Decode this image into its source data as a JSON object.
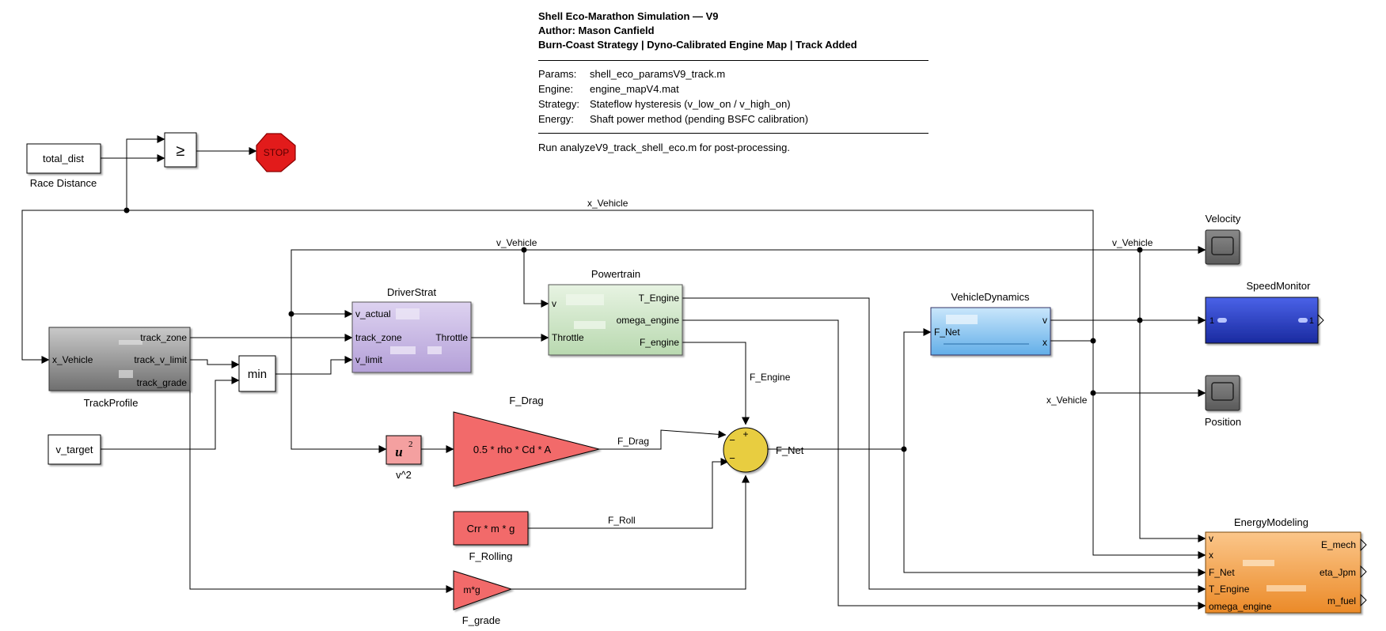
{
  "header": {
    "title": "Shell Eco-Marathon Simulation — V9",
    "author": "Author: Mason Canfield",
    "subtitle": "Burn-Coast Strategy | Dyno-Calibrated Engine Map | Track Added",
    "params": [
      {
        "key": "Params:",
        "value": "shell_eco_paramsV9_track.m"
      },
      {
        "key": "Engine:",
        "value": "engine_mapV4.mat"
      },
      {
        "key": "Strategy:",
        "value": "Stateflow hysteresis (v_low_on / v_high_on)"
      },
      {
        "key": "Energy:",
        "value": "Shaft power method (pending BSFC calibration)"
      }
    ],
    "note": "Run analyzeV9_track_shell_eco.m for post-processing."
  },
  "blocks": {
    "total_dist": {
      "text": "total_dist",
      "caption": "Race Distance"
    },
    "compare": {
      "symbol": "≥"
    },
    "stop": {
      "text": "STOP",
      "color": "#e21b1b"
    },
    "track": {
      "caption": "TrackProfile",
      "in": "x_Vehicle",
      "out1": "track_zone",
      "out2": "track_v_limit",
      "out3": "track_grade"
    },
    "min": {
      "text": "min"
    },
    "v_target": {
      "text": "v_target"
    },
    "driver": {
      "caption": "DriverStrat",
      "in1": "v_actual",
      "in2": "track_zone",
      "in3": "v_limit",
      "out": "Throttle",
      "color": "#c7b6e4"
    },
    "powertrain": {
      "caption": "Powertrain",
      "in1": "v",
      "in2": "Throttle",
      "out1": "T_Engine",
      "out2": "omega_engine",
      "out3": "F_engine",
      "color": "#cfe5c8"
    },
    "square": {
      "text": "u",
      "exp": "2",
      "caption": "v^2"
    },
    "fdrag": {
      "text": "0.5 * rho * Cd * A",
      "caption": "F_Drag",
      "color": "#f26b6b"
    },
    "froll": {
      "text": "Crr * m * g",
      "caption": "F_Rolling"
    },
    "fgrade": {
      "text": "m*g",
      "caption": "F_grade"
    },
    "sum": {
      "plus": "+",
      "minus1": "−",
      "minus2": "−",
      "color": "#e8cd40"
    },
    "vehdyn": {
      "caption": "VehicleDynamics",
      "in": "F_Net",
      "out1": "v",
      "out2": "x",
      "color": "#8fc6f0"
    },
    "velocity": {
      "caption": "Velocity"
    },
    "speedmon": {
      "caption": "SpeedMonitor",
      "port1": "1",
      "port2": "1",
      "color": "#2a3fc4"
    },
    "position": {
      "caption": "Position"
    },
    "energy": {
      "caption": "EnergyModeling",
      "in1": "v",
      "in2": "x",
      "in3": "F_Net",
      "in4": "T_Engine",
      "in5": "omega_engine",
      "out1": "E_mech",
      "out2": "eta_Jpm",
      "out3": "m_fuel",
      "color": "#f3a04a"
    }
  },
  "signals": {
    "x_vehicle_top": "x_Vehicle",
    "v_vehicle_mid": "v_Vehicle",
    "v_vehicle_right": "v_Vehicle",
    "x_vehicle_right": "x_Vehicle",
    "f_engine": "F_Engine",
    "f_drag": "F_Drag",
    "f_roll": "F_Roll",
    "f_net": "F_Net"
  }
}
